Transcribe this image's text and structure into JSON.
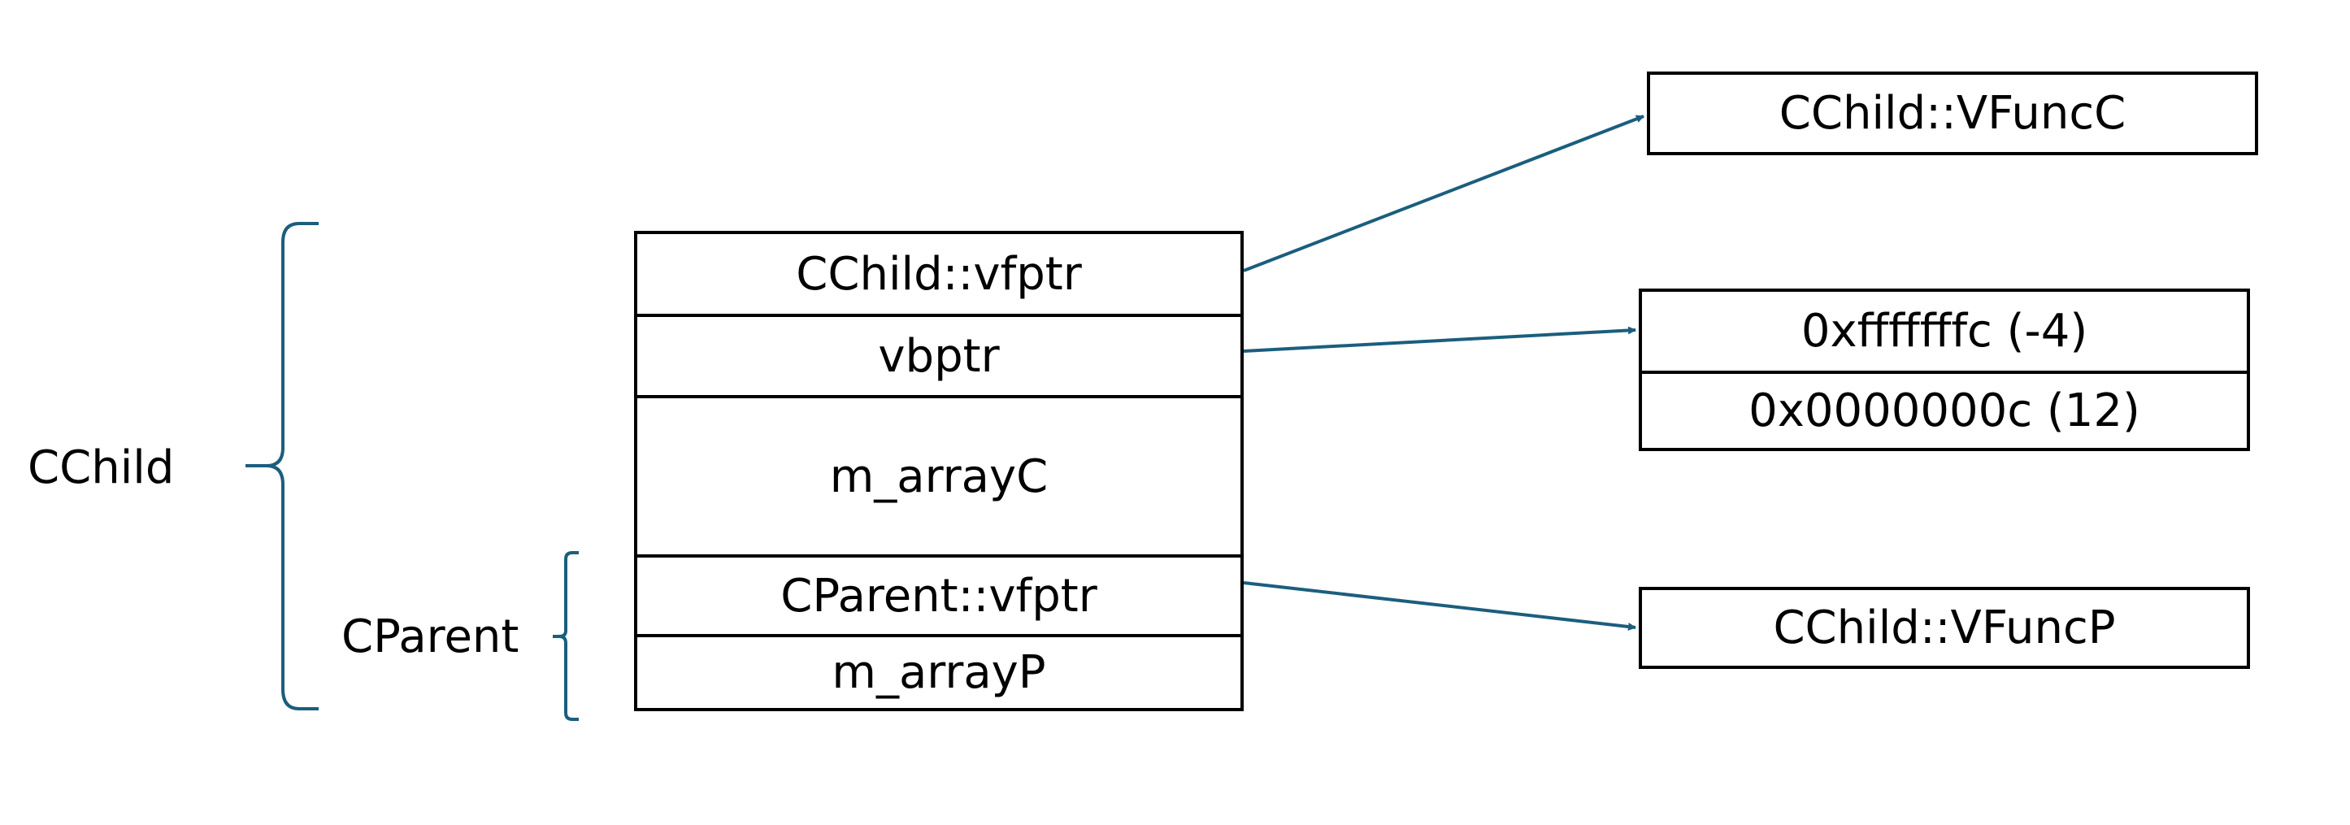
{
  "colors": {
    "bracket": "#1b5e7e",
    "arrow": "#1b5e7e",
    "border": "#000000",
    "text": "#000000",
    "background": "#ffffff"
  },
  "labels": {
    "cchild": "CChild",
    "cparent": "CParent"
  },
  "object_layout": {
    "cells": [
      "CChild::vfptr",
      "vbptr",
      "m_arrayC",
      "CParent::vfptr",
      "m_arrayP"
    ]
  },
  "vftable_child": {
    "entries": [
      "CChild::VFuncC"
    ]
  },
  "vbtable": {
    "entries": [
      "0xfffffffc (-4)",
      "0x0000000c (12)"
    ]
  },
  "vftable_parent": {
    "entries": [
      "CChild::VFuncP"
    ]
  },
  "links": [
    {
      "from": "CChild::vfptr",
      "to": "CChild::VFuncC"
    },
    {
      "from": "vbptr",
      "to": "0xfffffffc (-4)"
    },
    {
      "from": "CParent::vfptr",
      "to": "CChild::VFuncP"
    }
  ]
}
